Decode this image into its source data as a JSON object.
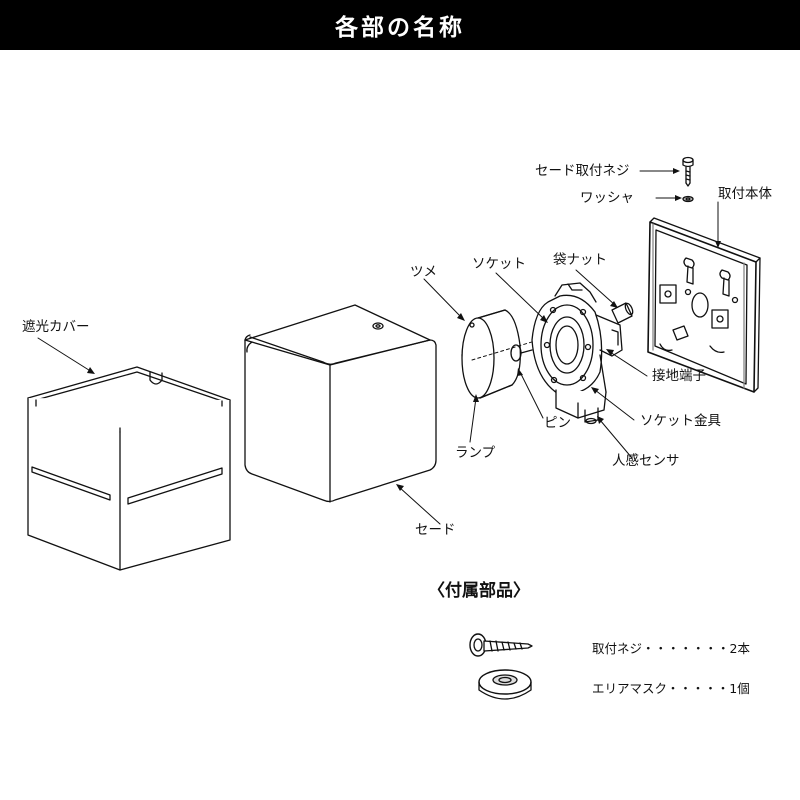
{
  "header": {
    "title": "各部の名称"
  },
  "labels": {
    "shade_screw": "セード取付ネジ",
    "washer": "ワッシャ",
    "mount_body": "取付本体",
    "bag_nut": "袋ナット",
    "socket": "ソケット",
    "tab": "ツメ",
    "shield_cover": "遮光カバー",
    "ground_terminal": "接地端子",
    "socket_bracket": "ソケット金具",
    "pin": "ピン",
    "lamp": "ランプ",
    "motion_sensor": "人感センサ",
    "shade": "セード"
  },
  "accessories": {
    "title": "〈付属部品〉",
    "items": [
      {
        "name": "取付ネジ",
        "dots": "・・・・・・・",
        "qty": "2本",
        "icon": "screw-icon"
      },
      {
        "name": "エリアマスク",
        "dots": "・・・・・",
        "qty": "1個",
        "icon": "area-mask-icon"
      }
    ]
  }
}
